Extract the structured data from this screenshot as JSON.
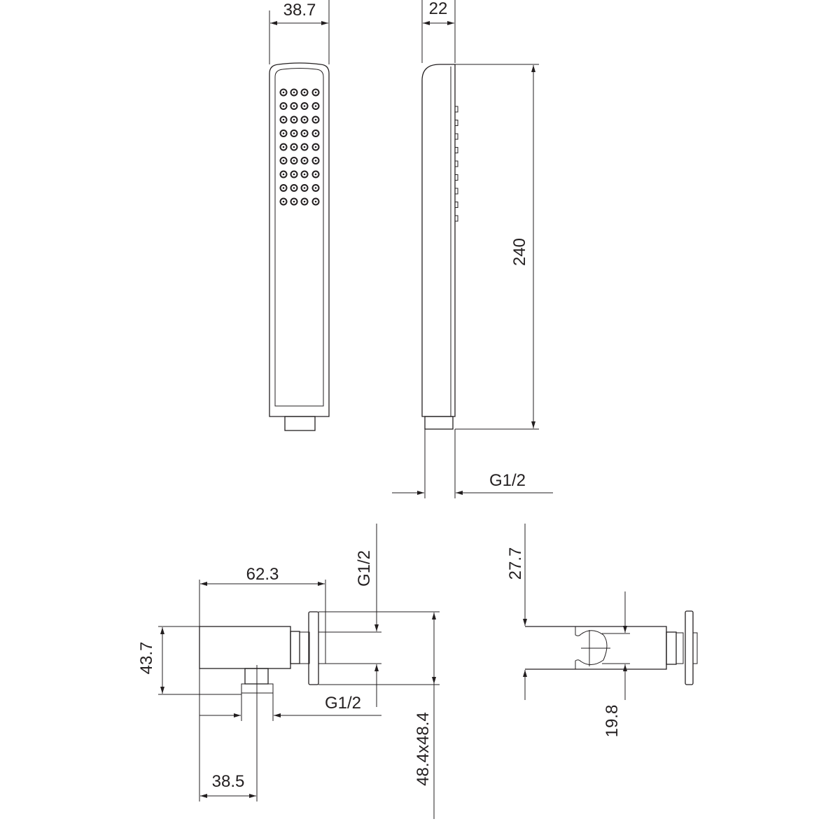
{
  "dimensions": {
    "handset_width": "38.7",
    "handset_depth": "22",
    "handset_length": "240",
    "handset_thread": "G1/2",
    "outlet_length": "62.3",
    "outlet_height": "43.7",
    "outlet_thread_vertical": "G1/2",
    "outlet_thread_horizontal": "G1/2",
    "outlet_flange": "48.4x48.4",
    "outlet_offset": "38.5",
    "holder_height": "27.7",
    "holder_clip": "19.8"
  },
  "colors": {
    "line": "#231f20",
    "background": "#ffffff"
  }
}
